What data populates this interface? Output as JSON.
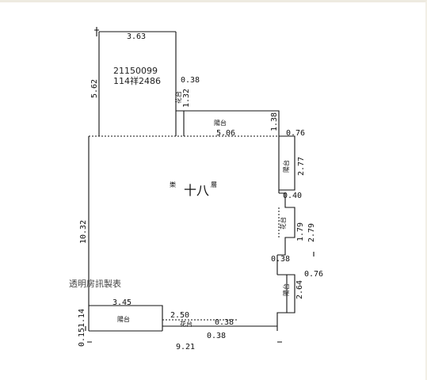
{
  "plan": {
    "stamp": {
      "id": "21150099",
      "code": "114祥2486"
    },
    "watermark": "透明房訊製表",
    "main_room": {
      "label_a": "樂",
      "label_b": "層",
      "floor_mark": "十八"
    },
    "rooms": {
      "top_balcony": "陽台",
      "top_flower": "花台",
      "right_balcony_a": "陽台",
      "right_flower": "花台",
      "right_balcony_b": "陽台",
      "bottom_balcony": "陽台",
      "bottom_flower": "花台"
    },
    "dims": {
      "tower_width": "3.63",
      "tower_height": "5.62",
      "notch_a": "0.38",
      "flower_len": "1.32",
      "wall_a": "1.38",
      "main_width_top": "5.06",
      "right_offset": "0.76",
      "right_bal_a": "2.77",
      "right_step_a": "0.40",
      "right_flower_len": "1.79",
      "right_bay": "2.79",
      "right_step_b": "0.38",
      "right_offset_b": "0.76",
      "right_bal_b": "2.64",
      "main_height": "10.32",
      "bottom_bal_width": "3.45",
      "bottom_bal_height": "1.14",
      "bottom_offset": "0.15",
      "bottom_flower_len": "2.50",
      "bottom_step_a": "0.38",
      "bottom_step_b": "0.38",
      "total_width": "9.21"
    }
  }
}
